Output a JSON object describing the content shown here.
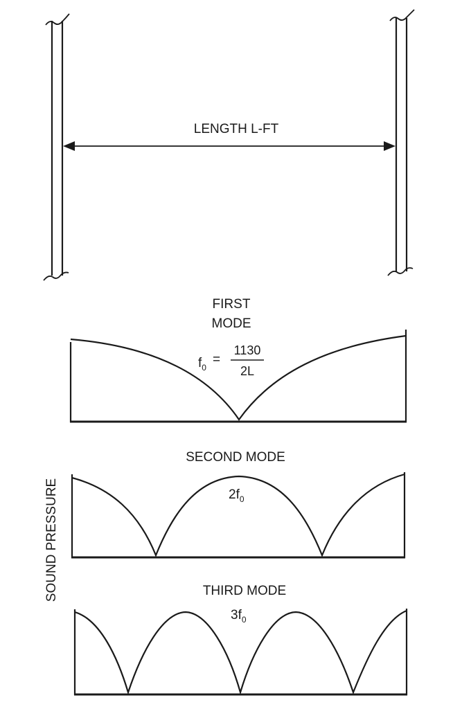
{
  "room": {
    "length_label": "LENGTH L-FT"
  },
  "axis": {
    "label": "SOUND PRESSURE"
  },
  "modes": [
    {
      "title_line1": "FIRST",
      "title_line2": "MODE",
      "symbol": "f",
      "symbol_sub": "0",
      "equals": "=",
      "numerator": "1130",
      "denominator": "2L",
      "antinodes": 1
    },
    {
      "title_line1": "SECOND MODE",
      "coef": "2f",
      "coef_sub": "0",
      "antinodes": 2
    },
    {
      "title_line1": "THIRD MODE",
      "coef": "3f",
      "coef_sub": "0",
      "antinodes": 3
    }
  ]
}
